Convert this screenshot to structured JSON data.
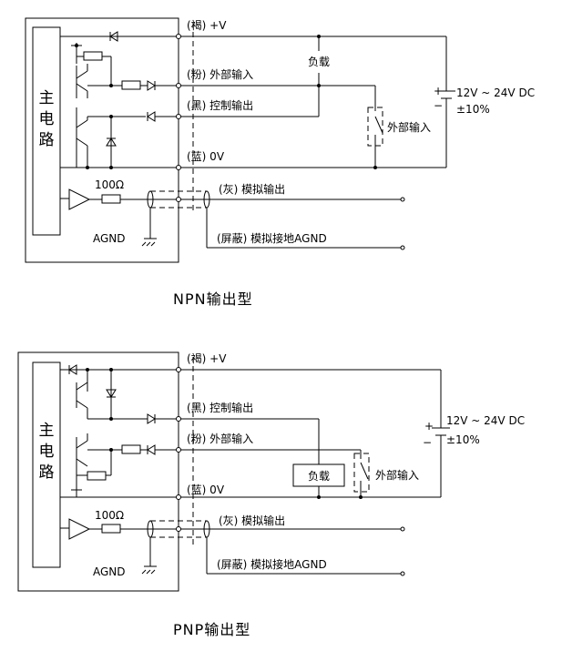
{
  "npn": {
    "title": "NPN输出型",
    "main_circuit": [
      "主",
      "电",
      "路"
    ],
    "term_v": "(褐) +V",
    "term_ext_in": "(粉) 外部输入",
    "term_ctrl_out": "(黑) 控制输出",
    "term_0v": "(蓝) 0V",
    "term_analog": "(灰) 模拟输出",
    "term_agnd": "(屏蔽) 模拟接地AGND",
    "resistor": "100Ω",
    "agnd": "AGND",
    "load": "负载",
    "ext_input": "外部输入",
    "supply": "12V ~ 24V DC",
    "tolerance": "±10%",
    "plus": "+",
    "minus": "−"
  },
  "pnp": {
    "title": "PNP输出型",
    "main_circuit": [
      "主",
      "电",
      "路"
    ],
    "term_v": "(褐) +V",
    "term_ctrl_out": "(黑) 控制输出",
    "term_ext_in": "(粉) 外部输入",
    "term_0v": "(蓝) 0V",
    "term_analog": "(灰) 模拟输出",
    "term_agnd": "(屏蔽) 模拟接地AGND",
    "resistor": "100Ω",
    "agnd": "AGND",
    "load": "负载",
    "ext_input": "外部输入",
    "supply": "12V ~ 24V DC",
    "tolerance": "±10%",
    "plus": "+",
    "minus": "−"
  }
}
